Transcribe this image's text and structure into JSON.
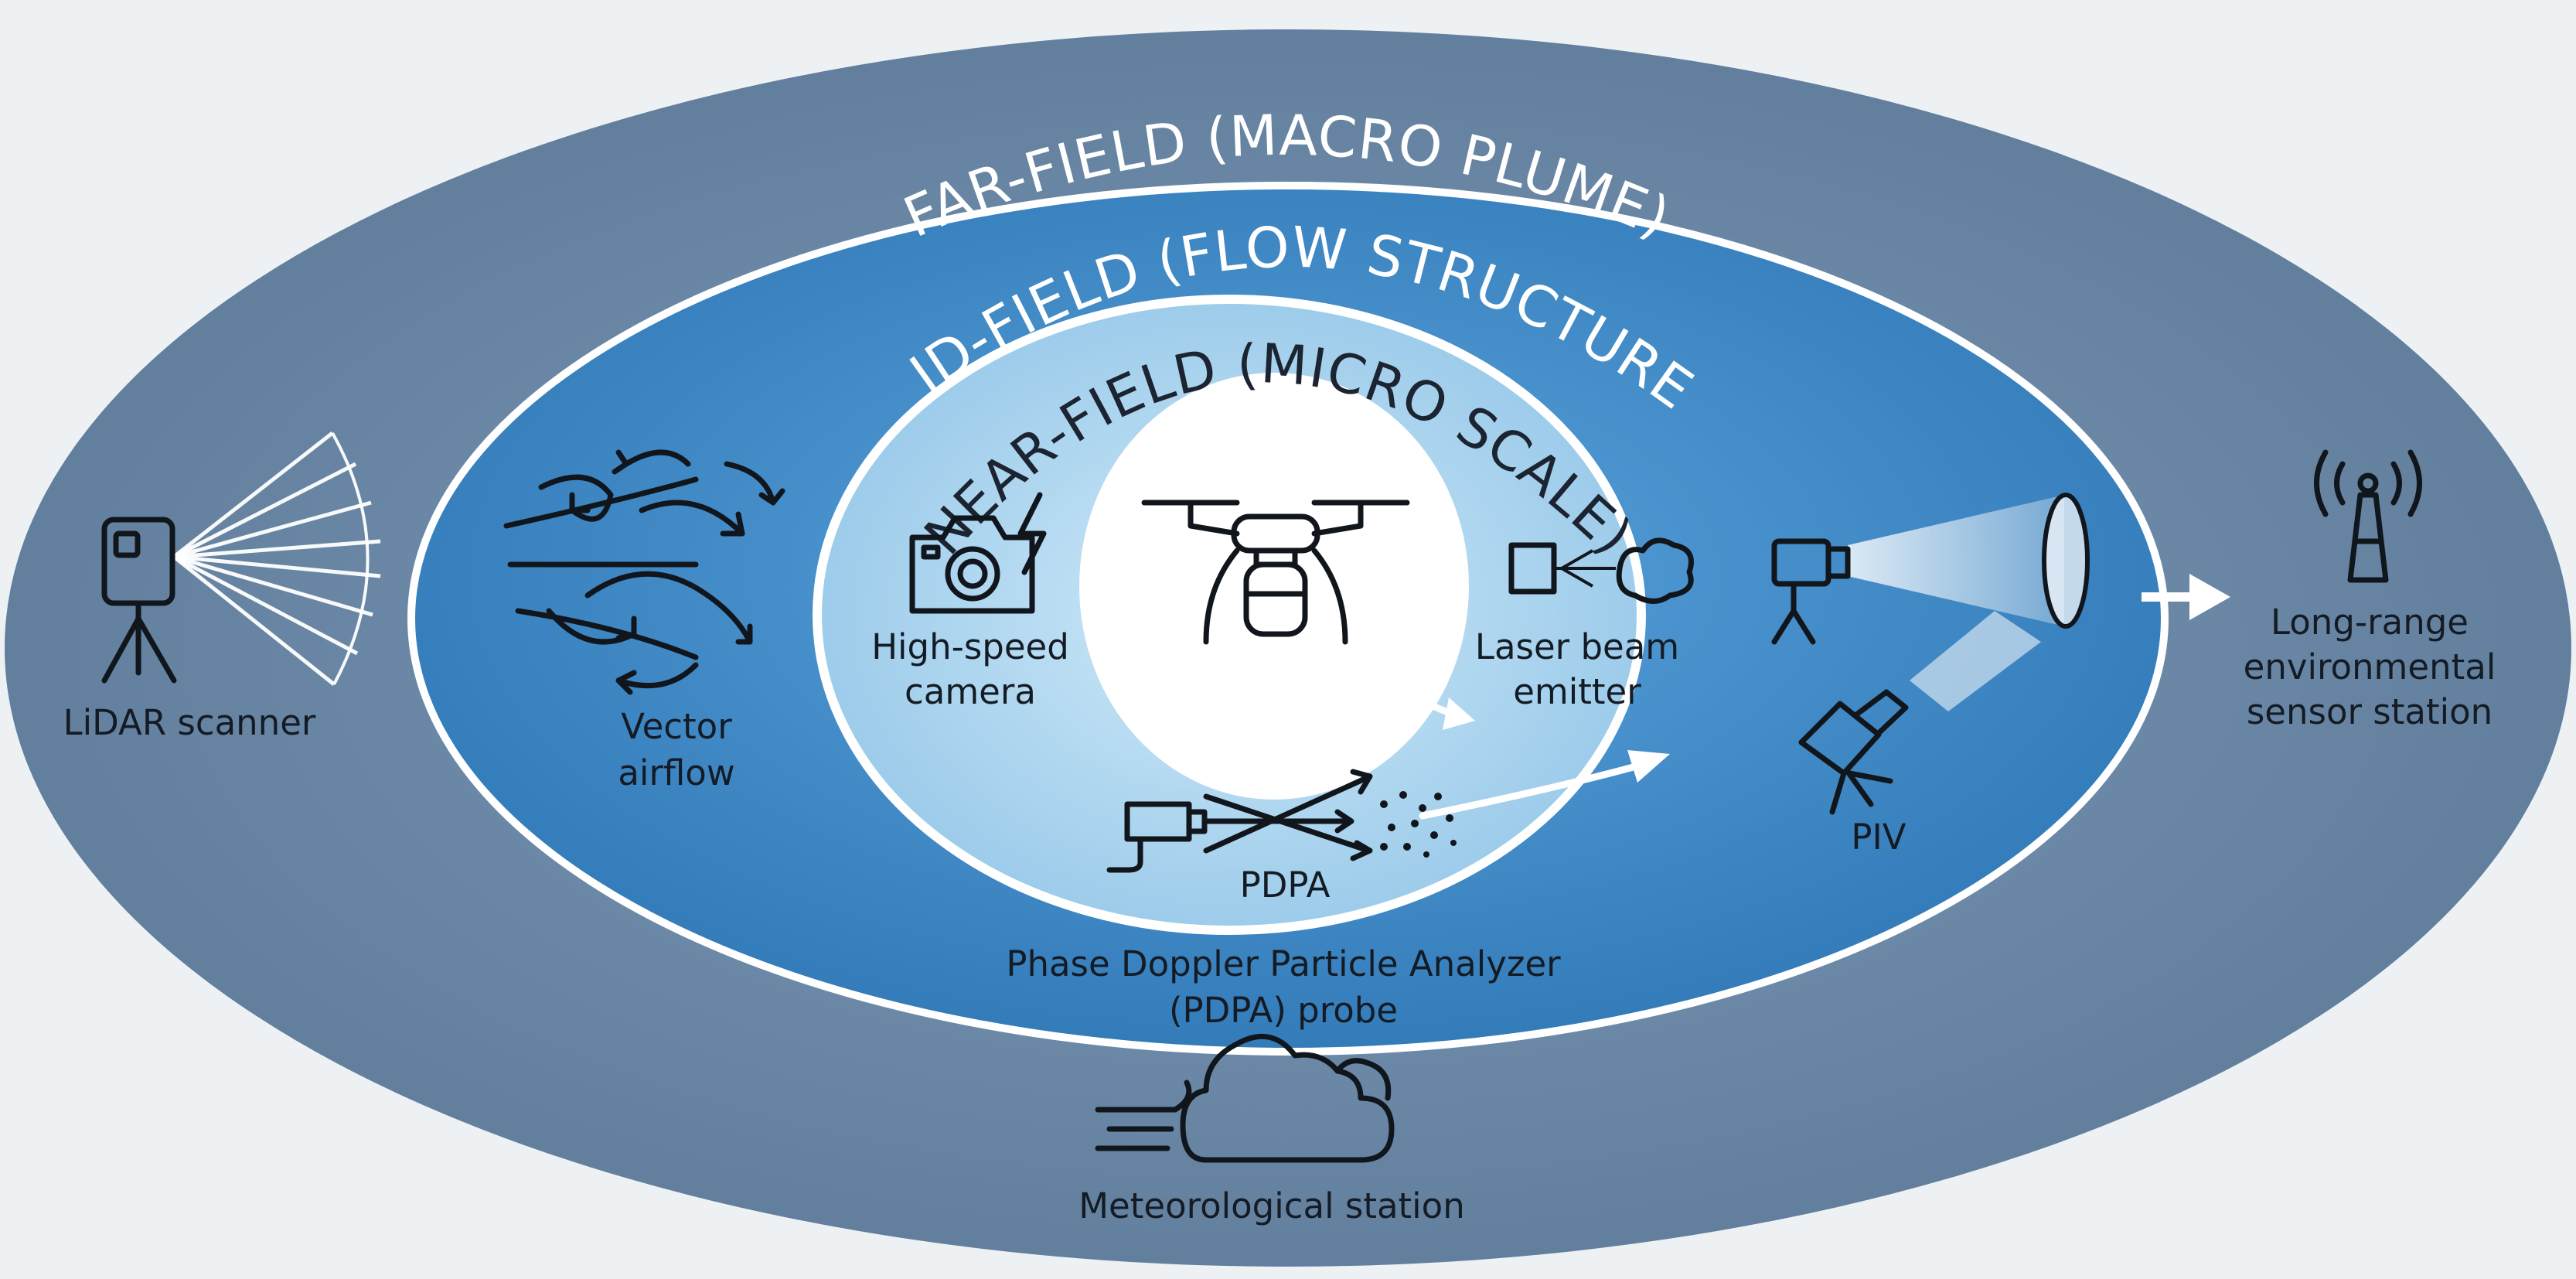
{
  "zones": {
    "far": {
      "title": "FAR-FIELD (MACRO PLUME)"
    },
    "mid": {
      "title": "MID-FIELD (FLOW STRUCTURE)"
    },
    "near": {
      "title": "NEAR-FIELD (MICRO SCALE)"
    }
  },
  "instruments": {
    "lidar": {
      "label": "LiDAR scanner"
    },
    "airflow": {
      "label_line1": "Vector",
      "label_line2": "airflow"
    },
    "camera": {
      "label_line1": "High-speed",
      "label_line2": "camera"
    },
    "laser": {
      "label_line1": "Laser beam",
      "label_line2": "emitter"
    },
    "pdpa": {
      "label": "PDPA"
    },
    "pdpa_probe": {
      "label_line1": "Phase Doppler Particle Analyzer",
      "label_line2": "(PDPA) probe"
    },
    "piv": {
      "label": "PIV"
    },
    "sensor_station": {
      "label_line1": "Long-range",
      "label_line2": "environmental",
      "label_line3": "sensor station"
    },
    "met_station": {
      "label": "Meteorological station"
    }
  },
  "icons": [
    "lidar-scanner-icon",
    "vector-airflow-icon",
    "high-speed-camera-icon",
    "drone-icon",
    "laser-beam-emitter-icon",
    "pdpa-icon",
    "piv-camera-icon",
    "antenna-tower-icon",
    "cloud-wind-icon"
  ],
  "colors": {
    "far_field": "#6d8aa6",
    "mid_field": "#3f8ccb",
    "near_field": "#a8d4ef",
    "core": "#ffffff",
    "background": "#eef1f3"
  }
}
